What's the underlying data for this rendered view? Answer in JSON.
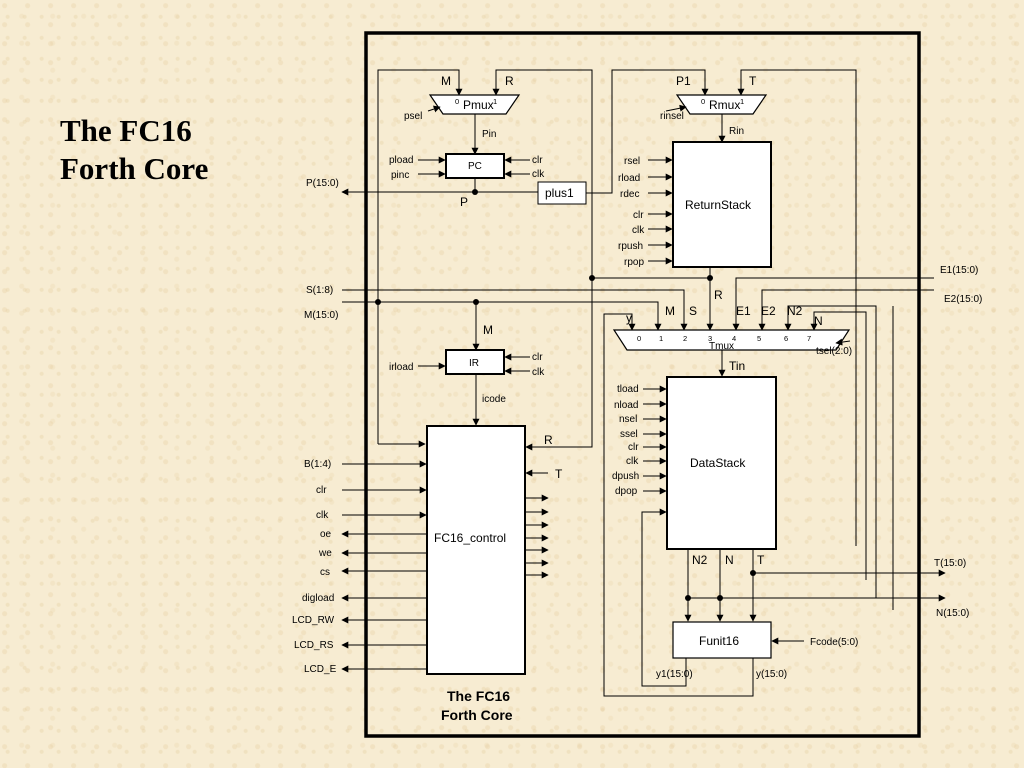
{
  "slide": {
    "title_line1": "The FC16",
    "title_line2": "Forth Core"
  },
  "caption": {
    "line1": "The FC16",
    "line2": "Forth Core"
  },
  "blocks": {
    "pmux": "Pmux",
    "rmux": "Rmux",
    "pc": "PC",
    "plus1": "plus1",
    "returnstack": "ReturnStack",
    "ir": "IR",
    "control": "FC16_control",
    "tmux": "Tmux",
    "datastack": "DataStack",
    "funit": "Funit16"
  },
  "signals": {
    "M": "M",
    "R": "R",
    "P1": "P1",
    "T": "T",
    "psel": "psel",
    "rinsel": "rinsel",
    "Pin": "Pin",
    "Rin": "Rin",
    "pload": "pload",
    "pinc": "pinc",
    "clr": "clr",
    "clk": "clk",
    "P15": "P(15:0)",
    "P": "P",
    "rsel": "rsel",
    "rload": "rload",
    "rdec": "rdec",
    "rpush": "rpush",
    "rpop": "rpop",
    "E1bus": "E1(15:0)",
    "E2bus": "E2(15:0)",
    "S18": "S(1:8)",
    "M15": "M(15:0)",
    "y": "y",
    "S": "S",
    "E1": "E1",
    "E2": "E2",
    "N2": "N2",
    "N": "N",
    "tsel": "tsel(2:0)",
    "Tin": "Tin",
    "irload": "irload",
    "icode": "icode",
    "tload": "tload",
    "nload": "nload",
    "nsel": "nsel",
    "ssel": "ssel",
    "dpush": "dpush",
    "dpop": "dpop",
    "B14": "B(1:4)",
    "oe": "oe",
    "we": "we",
    "cs": "cs",
    "digload": "digload",
    "LCD_RW": "LCD_RW",
    "LCD_RS": "LCD_RS",
    "LCD_E": "LCD_E",
    "T15": "T(15:0)",
    "N15": "N(15:0)",
    "Fcode": "Fcode(5:0)",
    "y1out": "y1(15:0)",
    "yout": "y(15:0)"
  },
  "mux_inputs": {
    "zero": "0",
    "one": "1",
    "tmux": [
      "0",
      "1",
      "2",
      "3",
      "4",
      "5",
      "6",
      "7"
    ]
  }
}
